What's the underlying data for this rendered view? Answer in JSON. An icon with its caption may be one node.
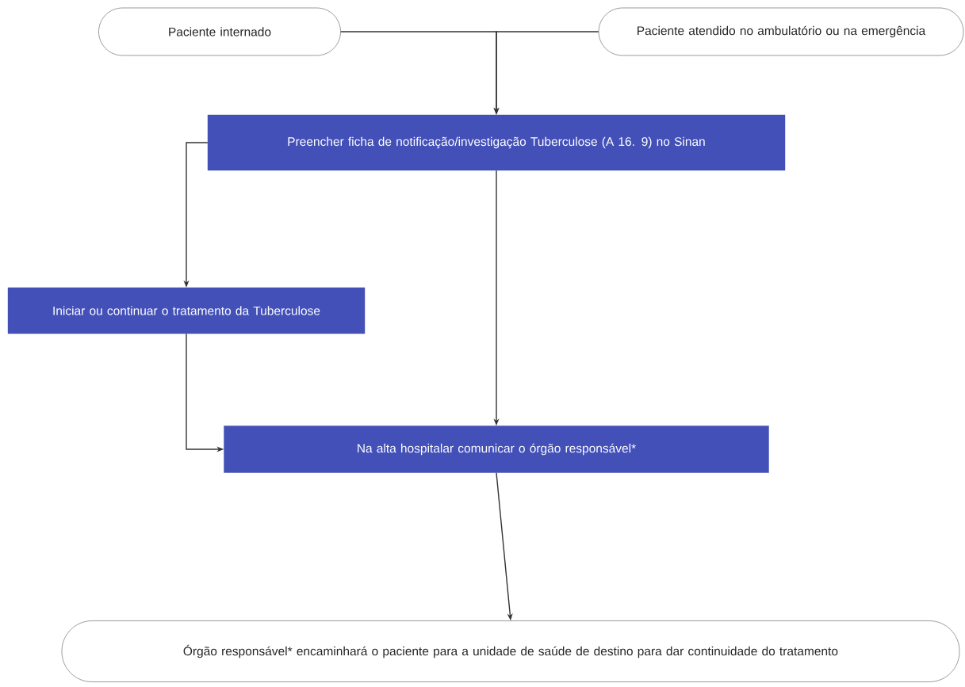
{
  "diagram": {
    "nodes": [
      {
        "text": [
          "Paciente internado"
        ]
      },
      {
        "text": [
          "Paciente atendido no ambulatório ou na emergência"
        ]
      },
      {
        "text": [
          "Preencher ficha de notificação/investigação Tuberculose (A 16. 9) no Sinan"
        ]
      },
      {
        "text": [
          "Iniciar ou continuar o tratamento da Tuberculose"
        ]
      },
      {
        "text": [
          "Na alta hospitalar comunicar o órgão responsável*"
        ]
      },
      {
        "text": [
          "Órgão responsável* encaminhará o paciente para a unidade de saúde de destino para dar continuidade do tratamento"
        ]
      }
    ],
    "edges": [
      {
        "from": 0,
        "to": 2,
        "arrow": "to"
      },
      {
        "from": 1,
        "to": 2,
        "arrow": "to"
      },
      {
        "from": 2,
        "to": 3,
        "arrow": "to"
      },
      {
        "from": 2,
        "to": 4,
        "arrow": "to"
      },
      {
        "from": 3,
        "to": 4,
        "arrow": "to"
      },
      {
        "from": 4,
        "to": 5,
        "arrow": "to"
      }
    ]
  }
}
